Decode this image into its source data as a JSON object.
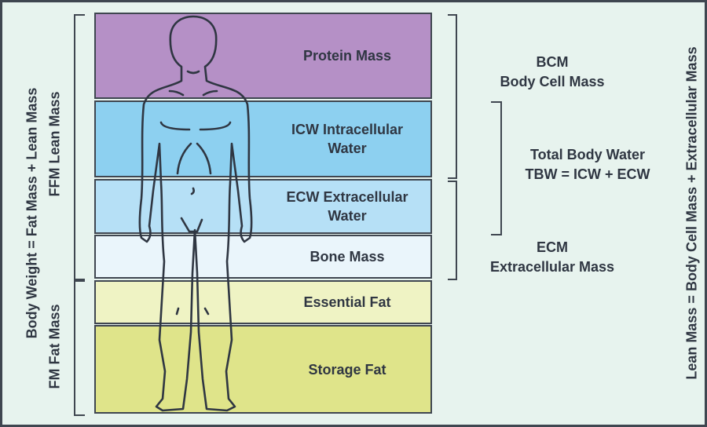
{
  "bands": [
    {
      "label": "Protein Mass",
      "color": "#b590c6"
    },
    {
      "label": "ICW Intracellular Water",
      "color": "#8dd0f0"
    },
    {
      "label": "ECW Extracellular Water",
      "color": "#b6e0f6"
    },
    {
      "label": "Bone Mass",
      "color": "#eaf5fb"
    },
    {
      "label": "Essential Fat",
      "color": "#eff3c4"
    },
    {
      "label": "Storage Fat",
      "color": "#dfe48a"
    }
  ],
  "right": {
    "bcm_abbr": "BCM",
    "bcm": "Body Cell Mass",
    "tbw": "Total Body Water",
    "tbw_formula": "TBW = ICW + ECW",
    "ecm_abbr": "ECM",
    "ecm": "Extracellular Mass",
    "lean_mass": "Lean Mass = Body Cell Mass + Extracellular Mass"
  },
  "left": {
    "body_weight": "Body Weight = Fat Mass + Lean Mass",
    "ffm": "FFM Lean Mass",
    "fm": "FM Fat Mass"
  }
}
